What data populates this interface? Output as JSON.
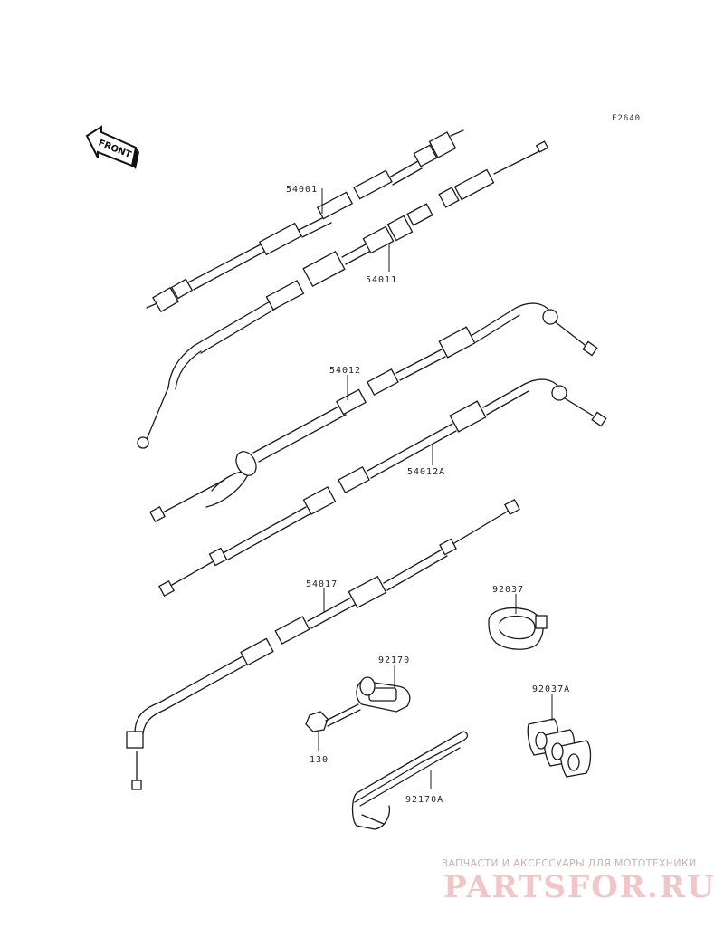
{
  "figure_code": "F2640",
  "front_label": "FRONT",
  "parts": [
    {
      "id": "part-54001",
      "number": "54001"
    },
    {
      "id": "part-54011",
      "number": "54011"
    },
    {
      "id": "part-54012",
      "number": "54012"
    },
    {
      "id": "part-54012a",
      "number": "54012A"
    },
    {
      "id": "part-54017",
      "number": "54017"
    },
    {
      "id": "part-92037",
      "number": "92037"
    },
    {
      "id": "part-92170",
      "number": "92170"
    },
    {
      "id": "part-130",
      "number": "130"
    },
    {
      "id": "part-92037a",
      "number": "92037A"
    },
    {
      "id": "part-92170a",
      "number": "92170A"
    }
  ],
  "watermark": {
    "tagline": "ЗАПЧАСТИ И АКСЕССУАРЫ ДЛЯ МОТОТЕХНИКИ",
    "brand": "PARTSFOR.RU"
  }
}
